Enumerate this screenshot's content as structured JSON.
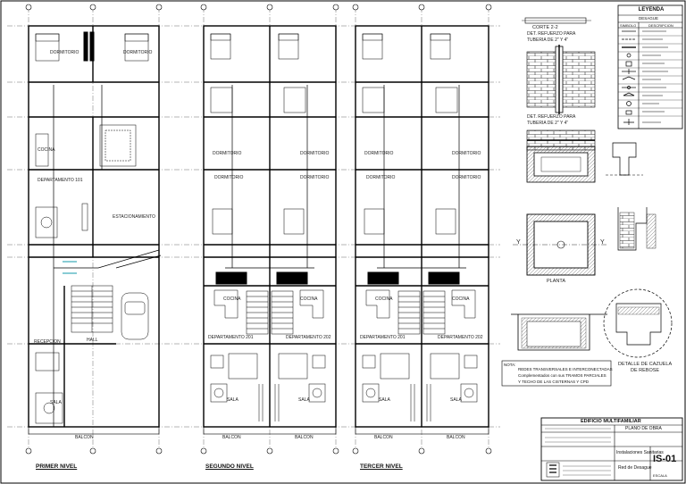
{
  "levels": {
    "first": "PRIMER NIVEL",
    "second": "SEGUNDO NIVEL",
    "third": "TERCER NIVEL"
  },
  "rooms": {
    "dormitorio": "DORMITORIO",
    "cocina": "COCINA",
    "departamento_101": "DEPARTAMENTO 101",
    "estacionamiento": "ESTACIONAMIENTO",
    "hall": "HALL",
    "recepcion": "RECEPCION",
    "sala": "SALA",
    "departamento_201": "DEPARTAMENTO 201",
    "departamento_202": "DEPARTAMENTO 202",
    "balcon": "BALCON"
  },
  "details": {
    "corte_title": "CORTE 2-2",
    "corte_sub1": "DET. REFUERZO PARA",
    "corte_sub2": "TUBERIA DE 2\" Y 4\"",
    "det_refuerzo_1": "DET. REFUERZO PARA",
    "det_refuerzo_2": "TUBERIA DE 2\" Y 4\"",
    "planta": "PLANTA",
    "cazuela_1": "DETALLE DE CAZUELA",
    "cazuela_2": "DE REBOSE",
    "axis_y": "Y"
  },
  "legend": {
    "title": "LEYENDA",
    "subtitle": "DESAGUE",
    "col_symbol": "SIMBOLO",
    "col_desc": "DESCRIPCION"
  },
  "notes": {
    "title": "NOTA:",
    "line1": "REDES TRANSVERSALES E INTERCONECTADAS",
    "line2": "Complementados con sus TRAMOS PARCIALES",
    "line3": "Y TECHO DE LAS CISTERNAS Y CPD"
  },
  "title_block": {
    "project": "EDIFICIO MULTIFAMILIAR",
    "plan_type": "PLANO DE OBRA",
    "discipline": "Instalaciones Sanitarias",
    "subject": "Red de Desague",
    "sheet": "IS-01",
    "scale_label": "ESCALA"
  }
}
